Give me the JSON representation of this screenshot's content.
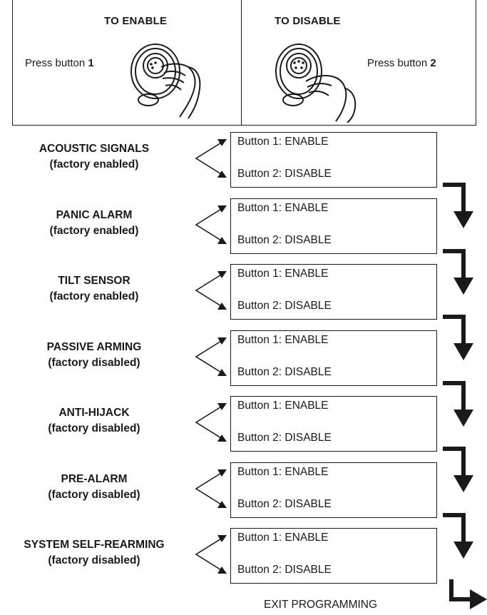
{
  "enable_panel": {
    "heading": "TO ENABLE",
    "press_prefix": "Press button ",
    "button_number": "1"
  },
  "disable_panel": {
    "heading": "TO DISABLE",
    "press_prefix": "Press button ",
    "button_number": "2"
  },
  "features": [
    {
      "name": "ACOUSTIC SIGNALS",
      "factory": "(factory enabled)",
      "option1": "Button 1: ENABLE",
      "option2": "Button 2: DISABLE"
    },
    {
      "name": "PANIC ALARM",
      "factory": "(factory enabled)",
      "option1": "Button 1: ENABLE",
      "option2": "Button 2: DISABLE"
    },
    {
      "name": "TILT SENSOR",
      "factory": "(factory enabled)",
      "option1": "Button 1: ENABLE",
      "option2": "Button 2: DISABLE"
    },
    {
      "name": "PASSIVE ARMING",
      "factory": "(factory disabled)",
      "option1": "Button 1: ENABLE",
      "option2": "Button 2: DISABLE"
    },
    {
      "name": "ANTI-HIJACK",
      "factory": "(factory disabled)",
      "option1": "Button 1: ENABLE",
      "option2": "Button 2: DISABLE"
    },
    {
      "name": "PRE-ALARM",
      "factory": "(factory disabled)",
      "option1": "Button 1: ENABLE",
      "option2": "Button 2: DISABLE"
    },
    {
      "name": "SYSTEM SELF-REARMING",
      "factory": "(factory disabled)",
      "option1": "Button 1: ENABLE",
      "option2": "Button 2: DISABLE"
    }
  ],
  "exit_label": "EXIT PROGRAMMING",
  "colors": {
    "ink": "#1a1a1a",
    "background": "#ffffff"
  }
}
